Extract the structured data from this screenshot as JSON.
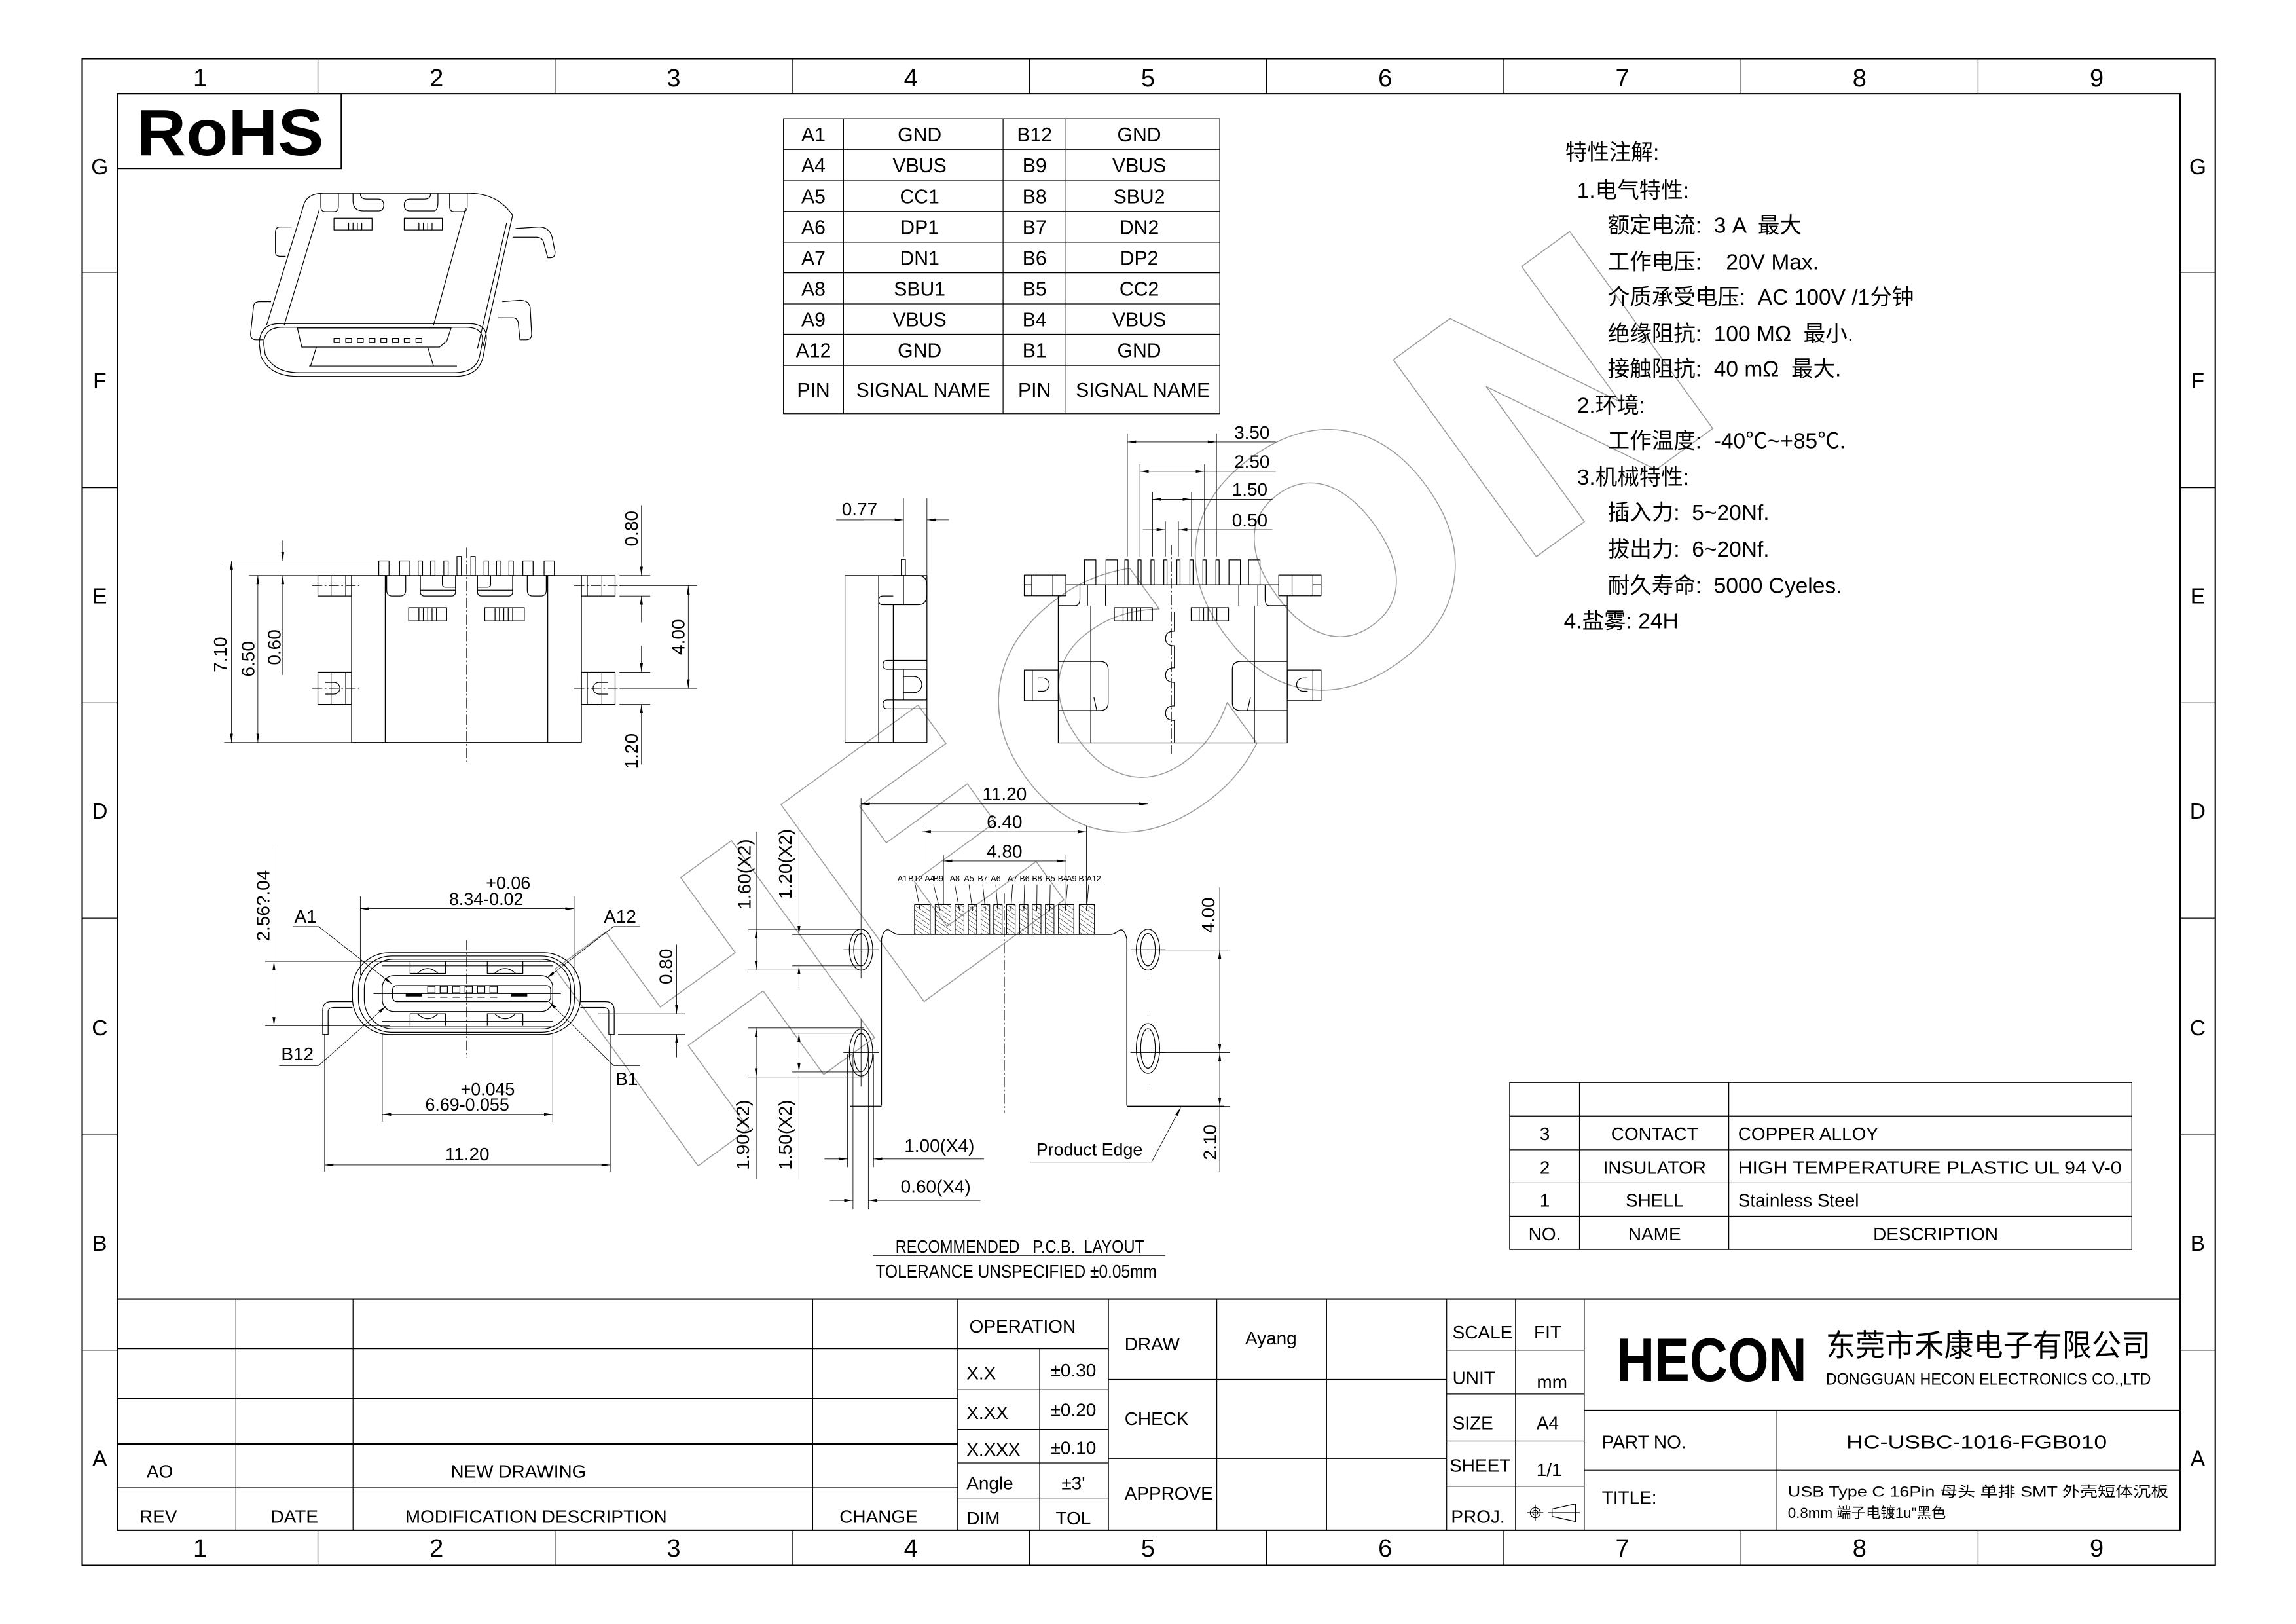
{
  "frame": {
    "columns": [
      "1",
      "2",
      "3",
      "4",
      "5",
      "6",
      "7",
      "8",
      "9"
    ],
    "rows": [
      "G",
      "F",
      "E",
      "D",
      "C",
      "B",
      "A"
    ]
  },
  "rohs": "RoHS",
  "pin_table": {
    "header": [
      "PIN",
      "SIGNAL NAME",
      "PIN",
      "SIGNAL NAME"
    ],
    "rows": [
      [
        "A1",
        "GND",
        "B12",
        "GND"
      ],
      [
        "A4",
        "VBUS",
        "B9",
        "VBUS"
      ],
      [
        "A5",
        "CC1",
        "B8",
        "SBU2"
      ],
      [
        "A6",
        "DP1",
        "B7",
        "DN2"
      ],
      [
        "A7",
        "DN1",
        "B6",
        "DP2"
      ],
      [
        "A8",
        "SBU1",
        "B5",
        "CC2"
      ],
      [
        "A9",
        "VBUS",
        "B4",
        "VBUS"
      ],
      [
        "A12",
        "GND",
        "B1",
        "GND"
      ]
    ]
  },
  "notes": {
    "lines": [
      {
        "text": "特性注解:"
      },
      {
        "text": "1.电气特性:"
      },
      {
        "text": "额定电流:  3 A  最大"
      },
      {
        "text": "工作电压:    20V Max."
      },
      {
        "text": "介质承受电压:  AC 100V /1分钟"
      },
      {
        "text": "绝缘阻抗:  100 MΩ  最小."
      },
      {
        "text": "接触阻抗:  40 mΩ  最大."
      },
      {
        "text": "2.环境:"
      },
      {
        "text": "工作温度:  -40℃~+85℃."
      },
      {
        "text": "3.机械特性:"
      },
      {
        "text": "插入力:  5~20Nf."
      },
      {
        "text": "拔出力:  6~20Nf."
      },
      {
        "text": "耐久寿命:  5000 Cyeles."
      },
      {
        "text": "4.盐雾: 24H"
      }
    ]
  },
  "front_view": {
    "total_height": "7.10",
    "body_height": "6.50",
    "pin_height": "0.60",
    "slot_top": "0.80",
    "hole_pitch": "4.00",
    "slot_bottom": "1.20"
  },
  "side_view": {
    "pin_offset": "0.77"
  },
  "top_view": {
    "d1": "3.50",
    "d2": "2.50",
    "d3": "1.50",
    "d4": "0.50"
  },
  "port_view": {
    "labels": {
      "a1": "A1",
      "a12": "A12",
      "b12": "B12",
      "b1": "B1"
    },
    "shell_width": {
      "nominal": "8.34-0.02",
      "upper_tol": "+0.06"
    },
    "opening_width": {
      "nominal": "6.69-0.055",
      "upper_tol": "+0.045"
    },
    "overall_width": "11.20",
    "opening_height": "2.56?.04",
    "leg_offset": "0.80"
  },
  "pcb_layout": {
    "dims": {
      "overall": "11.20",
      "outer_pads": "6.40",
      "inner_pads": "4.80",
      "slot_top_outer": "1.60(X2)",
      "slot_top_inner": "1.20(X2)",
      "slot_bottom_outer": "1.90(X2)",
      "slot_bottom_inner": "1.50(X2)",
      "slot_pitch": "4.00",
      "edge_offset": "2.10",
      "slot_width_outer": "1.00(X4)",
      "slot_width_inner": "0.60(X4)"
    },
    "pad_labels": [
      "A1",
      "B12",
      "A4",
      "B9",
      "A8",
      "A5",
      "B7",
      "A6",
      "A7",
      "B6",
      "B8",
      "B5",
      "B4",
      "A9",
      "B1",
      "A12"
    ],
    "product_edge_label": "Product Edge",
    "caption": "RECOMMENDED   P.C.B.  LAYOUT",
    "tolerance": "TOLERANCE UNSPECIFIED ±0.05mm"
  },
  "materials_table": {
    "header": [
      "NO.",
      "NAME",
      "DESCRIPTION"
    ],
    "rows": [
      [
        "3",
        "CONTACT",
        "COPPER ALLOY"
      ],
      [
        "2",
        "INSULATOR",
        "HIGH TEMPERATURE PLASTIC UL 94 V-0"
      ],
      [
        "1",
        "SHELL",
        "Stainless Steel"
      ]
    ]
  },
  "revision_table": {
    "header": [
      "REV",
      "DATE",
      "MODIFICATION DESCRIPTION",
      "CHANGE"
    ],
    "rows": [
      {
        "rev": "AO",
        "date": "",
        "description": "NEW DRAWING",
        "change": ""
      }
    ]
  },
  "tolerance_table": {
    "title": "OPERATION",
    "rows": [
      [
        "X.X",
        "±0.30"
      ],
      [
        "X.XX",
        "±0.20"
      ],
      [
        "X.XXX",
        "±0.10"
      ],
      [
        "Angle",
        "±3'"
      ]
    ],
    "header": [
      "DIM",
      "TOL"
    ]
  },
  "approvals": {
    "draw_label": "DRAW",
    "draw_name": "Ayang",
    "check_label": "CHECK",
    "check_name": "",
    "approve_label": "APPROVE",
    "approve_name": ""
  },
  "sheet_info": {
    "scale_label": "SCALE",
    "scale": "FIT",
    "unit_label": "UNIT",
    "unit": "mm",
    "size_label": "SIZE",
    "size": "A4",
    "sheet_label": "SHEET",
    "sheet": "1/1",
    "proj_label": "PROJ."
  },
  "company": {
    "logo": "HECON",
    "name_cn": "东莞市禾康电子有限公司",
    "name_en": "DONGGUAN HECON ELECTRONICS CO.,LTD"
  },
  "part": {
    "label": "PART NO.",
    "number": "HC-USBC-1016-FGB010"
  },
  "title": {
    "label": "TITLE:",
    "line1": "USB Type C 16Pin 母头 单排 SMT 外壳短体沉板",
    "line2": "0.8mm 端子电镀1u\"黑色"
  },
  "watermark": "HECON"
}
